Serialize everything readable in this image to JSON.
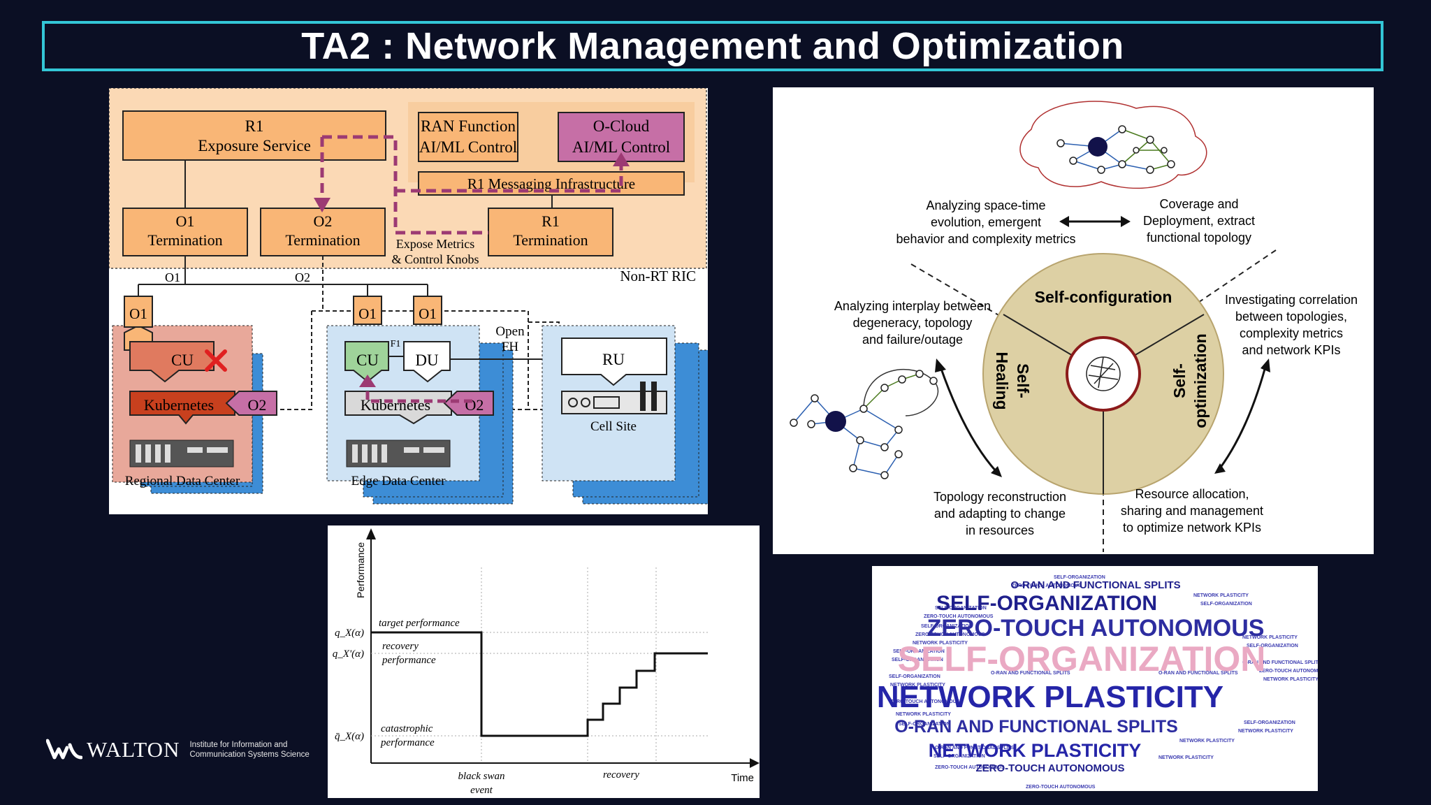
{
  "slide": {
    "title": "TA2 : Network Management and Optimization"
  },
  "oran": {
    "r1_exposure": [
      "R1",
      "Exposure Service"
    ],
    "ran_function": [
      "RAN Function",
      "AI/ML Control"
    ],
    "ocloud": [
      "O-Cloud",
      "AI/ML Control"
    ],
    "r1_messaging": "R1 Messaging Infrastructure",
    "o1_termination": [
      "O1",
      "Termination"
    ],
    "o2_termination": [
      "O2",
      "Termination"
    ],
    "r1_termination": [
      "R1",
      "Termination"
    ],
    "expose_metrics": [
      "Expose Metrics",
      "& Control Knobs"
    ],
    "non_rt_ric": "Non-RT RIC",
    "iface_o1": "O1",
    "iface_o2": "O2",
    "iface_f1": "F1",
    "open_fh": [
      "Open",
      "FH"
    ],
    "cu": "CU",
    "du": "DU",
    "ru": "RU",
    "kubernetes": "Kubernetes",
    "regional_dc": "Regional Data Center",
    "edge_dc": "Edge Data Center",
    "cell_site": "Cell Site",
    "colors": {
      "orange": "#f9b676",
      "nonrt_bg": "#fbd9b5",
      "purple": "#c66fa6",
      "dashed_path": "#9c3a73",
      "red_x": "#e02020",
      "green_cu": "#9fd39a",
      "blue_site": "#cfe3f4"
    }
  },
  "resilience": {
    "ylabel": "Performance",
    "xlabel": "Time",
    "target_label": "target performance",
    "recovery_label": [
      "recovery",
      "performance"
    ],
    "catastrophic_label": [
      "catastrophic",
      "performance"
    ],
    "q_target": "q_X(α)",
    "q_recovery": "q_X'(α)",
    "q_catastrophic": "q̄_X(α)",
    "event_label": [
      "black swan",
      "event"
    ],
    "recovery_phase": "recovery"
  },
  "self_org": {
    "self_configuration": "Self-configuration",
    "self_healing": [
      "Self-",
      "Healing"
    ],
    "self_optimization": [
      "Self-",
      "optimization"
    ],
    "text_top_left": [
      "Analyzing space-time",
      "evolution, emergent",
      "behavior and complexity metrics"
    ],
    "text_top_right": [
      "Coverage and",
      "Deployment, extract",
      "functional topology"
    ],
    "text_mid_left": [
      "Analyzing interplay between",
      "degeneracy, topology",
      "and failure/outage"
    ],
    "text_mid_right": [
      "Investigating correlation",
      "between topologies,",
      "complexity metrics",
      "and network KPIs"
    ],
    "text_bottom_left": [
      "Topology reconstruction",
      "and adapting to change",
      "in resources"
    ],
    "text_bottom_right": [
      "Resource allocation,",
      "sharing and management",
      "to optimize network KPIs"
    ],
    "colors": {
      "ring": "#ddd0a4",
      "inner_ring": "#8b1a1a",
      "node_dark": "#12124a"
    }
  },
  "wordcloud": {
    "big_words": [
      "SELF-ORGANIZATION",
      "ZERO-TOUCH AUTONOMOUS",
      "SELF-ORGANIZATION",
      "NETWORK PLASTICITY",
      "O-RAN AND FUNCTIONAL SPLITS",
      "NETWORK PLASTICITY",
      "ZERO-TOUCH AUTONOMOUS",
      "O-RAN AND FUNCTIONAL SPLITS"
    ],
    "small_words": [
      "SELF-ORGANIZATION",
      "ZERO-TOUCH AUTONOMOUS",
      "NETWORK PLASTICITY",
      "O-RAN AND FUNCTIONAL SPLITS"
    ],
    "colors": {
      "dark_blue": "#1f1f8c",
      "pink": "#eaa9c3",
      "mid_blue": "#3b3bb0"
    }
  },
  "footer": {
    "brand": "WALTON",
    "tagline": [
      "Institute for Information and",
      "Communication Systems Science"
    ]
  }
}
